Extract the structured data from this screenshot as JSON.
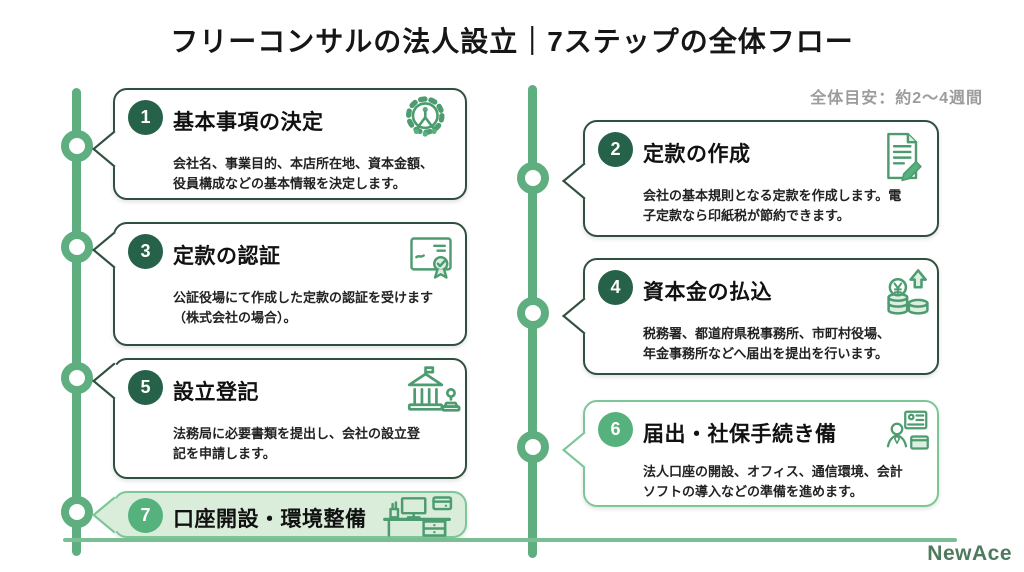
{
  "page": {
    "title": "フリーコンサルの法人設立｜7ステップの全体フロー",
    "duration_note": "全体目安：約2〜4週間",
    "brand": "NewAce"
  },
  "colors": {
    "timeline_green": "#5fae80",
    "dark_green_badge": "#266149",
    "light_green_badge": "#56b27d",
    "dark_card_border": "#30503f",
    "light_card_border": "#7dc698",
    "light_card_bg": "#d9edda",
    "icon_green": "#4d9c70",
    "muted_gray": "#9c9c9c",
    "brand_green": "#4e7a5e"
  },
  "steps": [
    {
      "number": "1",
      "title": "基本事項の決定",
      "description": "会社名、事業目的、本店所在地、資本金額、\n役員構成などの基本情報を決定します。",
      "icon": "gear-network-icon",
      "column": "left",
      "style": "dark"
    },
    {
      "number": "2",
      "title": "定款の作成",
      "description": "会社の基本規則となる定款を作成します。電\n子定款なら印紙税が節約できます。",
      "icon": "document-pencil-icon",
      "column": "right",
      "style": "dark"
    },
    {
      "number": "3",
      "title": "定款の認証",
      "description": "公証役場にて作成した定款の認証を受けます\n（株式会社の場合）。",
      "icon": "certificate-ribbon-icon",
      "column": "left",
      "style": "dark"
    },
    {
      "number": "4",
      "title": "資本金の払込",
      "description": "税務署、都道府県税事務所、市町村役場、\n年金事務所などへ届出を提出を行います。",
      "icon": "coin-stack-arrow-icon",
      "column": "right",
      "style": "dark"
    },
    {
      "number": "5",
      "title": "設立登記",
      "description": "法務局に必要書類を提出し、会社の設立登\n記を申請します。",
      "icon": "government-building-stamp-icon",
      "column": "left",
      "style": "dark"
    },
    {
      "number": "6",
      "title": "届出・社保手続き備",
      "description": "法人口座の開設、オフィス、通信環境、会計\nソフトの導入などの準備を進めます。",
      "icon": "person-id-folder-icon",
      "column": "right",
      "style": "light"
    },
    {
      "number": "7",
      "title": "口座開設・環境整備",
      "description": "",
      "icon": "desk-workspace-icon",
      "column": "left",
      "style": "light"
    }
  ]
}
